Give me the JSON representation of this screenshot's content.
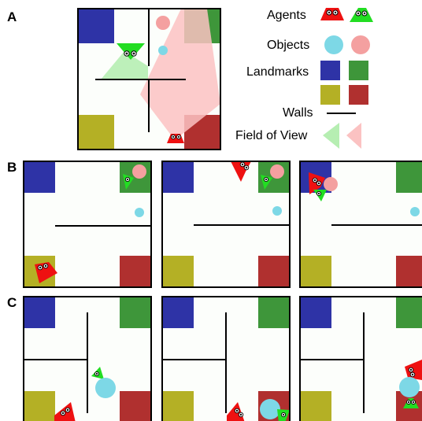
{
  "panels": {
    "a": {
      "label": "A"
    },
    "b": {
      "label": "B"
    },
    "c": {
      "label": "C"
    }
  },
  "legend": {
    "agents": "Agents",
    "objects": "Objects",
    "landmarks": "Landmarks",
    "walls": "Walls",
    "field_of_view": "Field of View"
  },
  "colors": {
    "agent_red": "#ee1111",
    "agent_green": "#22dd22",
    "object_cyan": "#7dd8e6",
    "object_pink": "#f4a0a0",
    "landmark_blue": "#2e33a6",
    "landmark_green": "#3e963a",
    "landmark_olive": "#b4b025",
    "landmark_red": "#b0302f",
    "fov_green": "#b6eeb2",
    "fov_pink": "#fbc2c2",
    "room_fill": "#fcfefb",
    "wall": "#000000"
  }
}
